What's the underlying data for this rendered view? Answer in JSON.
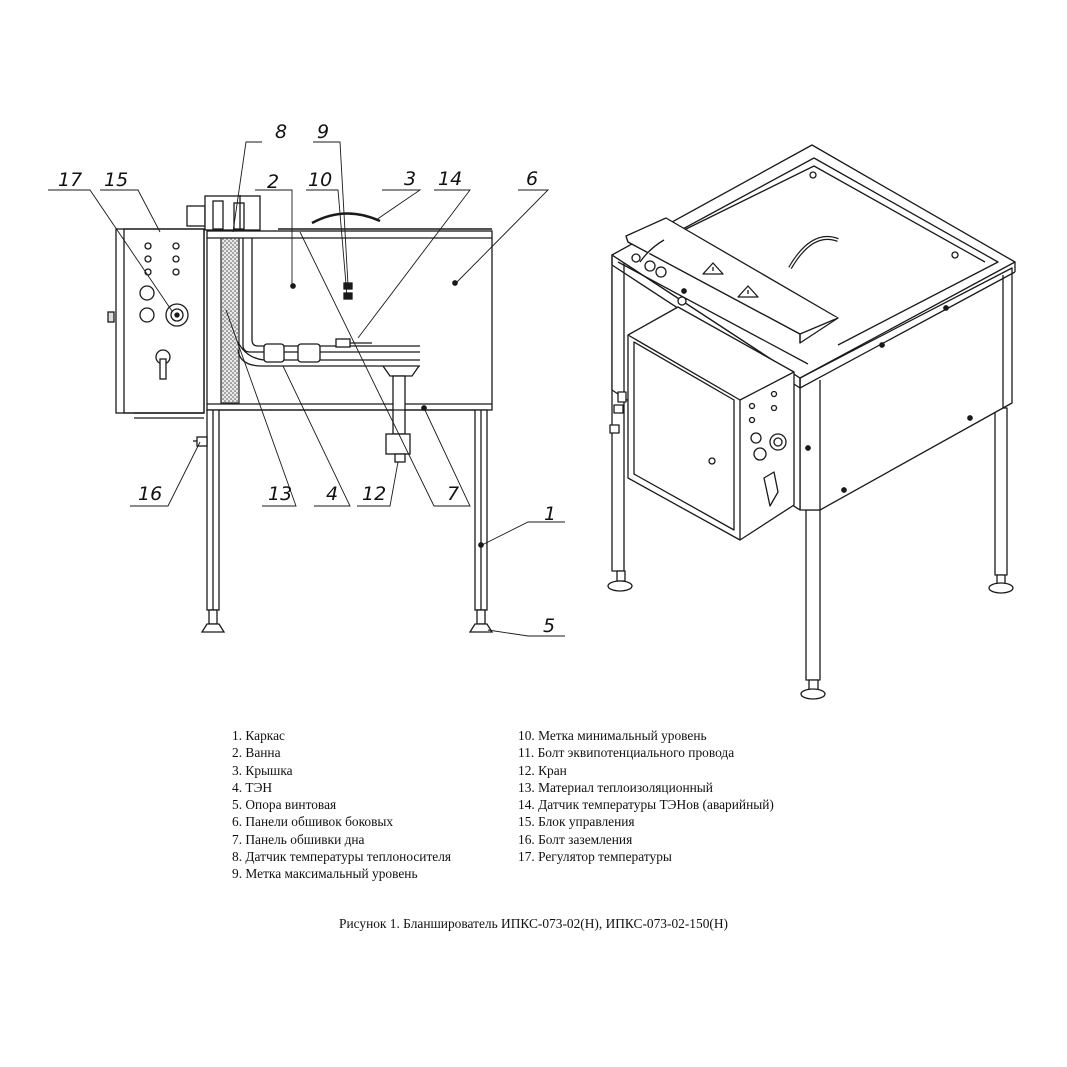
{
  "callouts": [
    "1",
    "2",
    "3",
    "4",
    "5",
    "6",
    "7",
    "8",
    "9",
    "10",
    "12",
    "13",
    "14",
    "15",
    "16",
    "17"
  ],
  "legend_left": [
    "1. Каркас",
    "2. Ванна",
    "3. Крышка",
    "4. ТЭН",
    "5. Опора винтовая",
    "6. Панели обшивок боковых",
    "7. Панель обшивки дна",
    "8. Датчик температуры теплоносителя",
    "9. Метка максимальный уровень"
  ],
  "legend_right": [
    "10. Метка минимальный уровень",
    "11. Болт эквипотенциального провода",
    "12. Кран",
    "13. Материал теплоизоляционный",
    "14. Датчик температуры ТЭНов (аварийный)",
    "15. Блок управления",
    "16. Болт заземления",
    "17. Регулятор температуры"
  ],
  "caption": "Рисунок 1. Бланширователь ИПКС-073-02(Н), ИПКС-073-02-150(Н)",
  "colors": {
    "line": "#1a1a1a",
    "insulation": "#bdbdbd"
  },
  "icons": [
    "warning-triangle-icon",
    "warning-triangle-icon",
    "knob-icon",
    "lamp-icon"
  ]
}
